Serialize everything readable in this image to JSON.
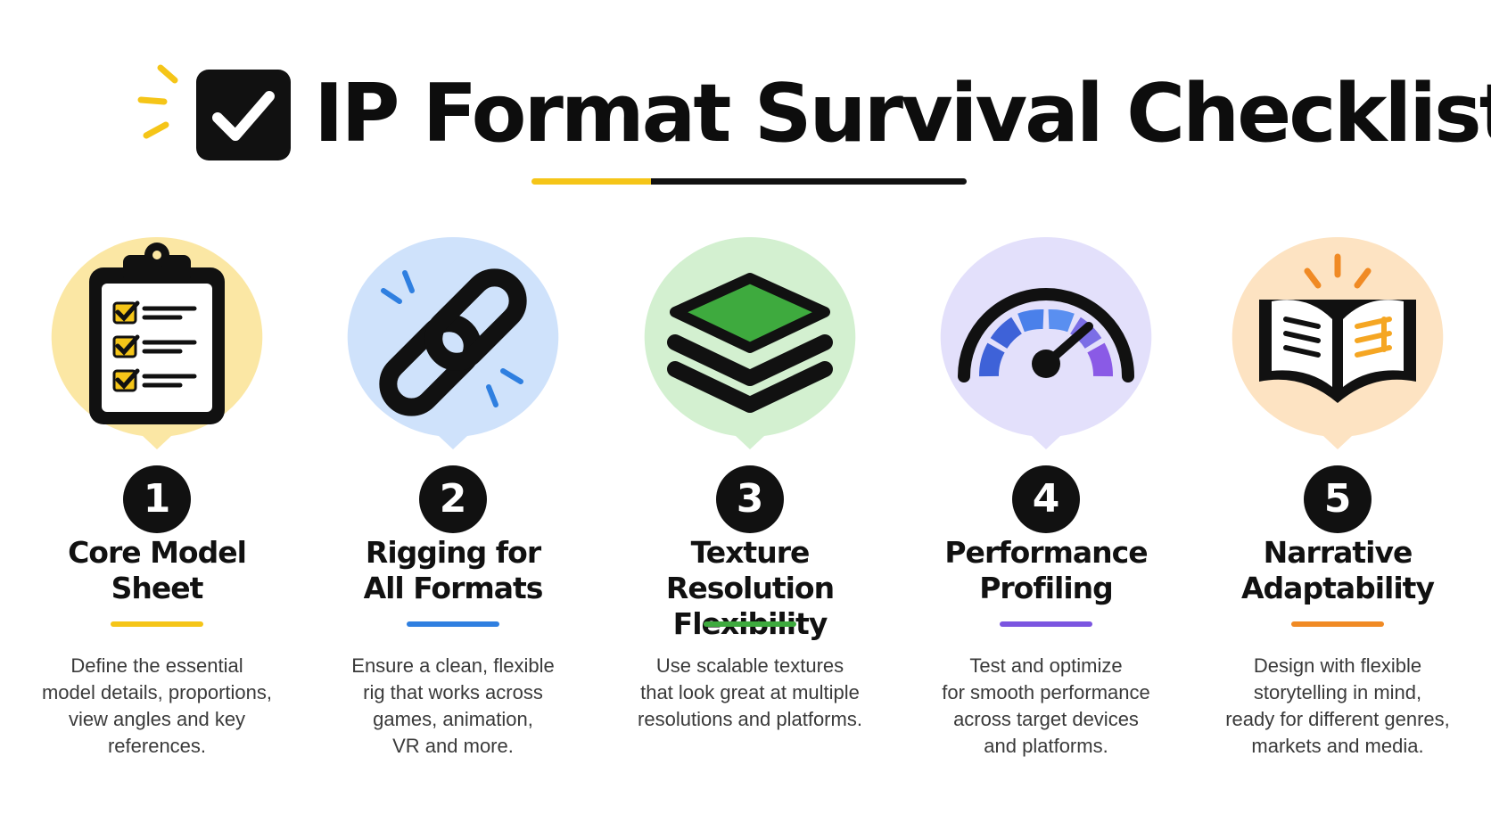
{
  "title": "IP Format Survival Checklist",
  "colors": {
    "yellow": "#f5c518",
    "blue": "#2f7fe0",
    "green": "#3eaa3e",
    "purple": "#7b55e0",
    "orange": "#f08a24",
    "ink": "#111111"
  },
  "steps": [
    {
      "number": "1",
      "label_line1": "Core Model",
      "label_line2": "Sheet",
      "desc_lines": [
        "Define the essential",
        "model details, proportions,",
        "view angles and key",
        "references."
      ],
      "icon": "clipboard-checklist-icon",
      "bubble_color": "#fbe7a4",
      "accent_color": "#f5c518"
    },
    {
      "number": "2",
      "label_line1": "Rigging for",
      "label_line2": "All Formats",
      "desc_lines": [
        "Ensure a clean, flexible",
        "rig that works across",
        "games, animation,",
        "VR and more."
      ],
      "icon": "chain-link-icon",
      "bubble_color": "#cfe2fb",
      "accent_color": "#2f7fe0"
    },
    {
      "number": "3",
      "label_line1": "Texture Resolution",
      "label_line2": "Flexibility",
      "desc_lines": [
        "Use scalable textures",
        "that look great at multiple",
        "resolutions and platforms."
      ],
      "icon": "layers-stack-icon",
      "bubble_color": "#d3f0d0",
      "accent_color": "#3eaa3e"
    },
    {
      "number": "4",
      "label_line1": "Performance",
      "label_line2": "Profiling",
      "desc_lines": [
        "Test and optimize",
        "for smooth performance",
        "across target devices",
        "and platforms."
      ],
      "icon": "speedometer-gauge-icon",
      "bubble_color": "#e3e0fb",
      "accent_color": "#7b55e0"
    },
    {
      "number": "5",
      "label_line1": "Narrative",
      "label_line2": "Adaptability",
      "desc_lines": [
        "Design with flexible",
        "storytelling in mind,",
        "ready for different genres,",
        "markets and media."
      ],
      "icon": "open-book-icon",
      "bubble_color": "#fde3c2",
      "accent_color": "#f08a24"
    }
  ]
}
